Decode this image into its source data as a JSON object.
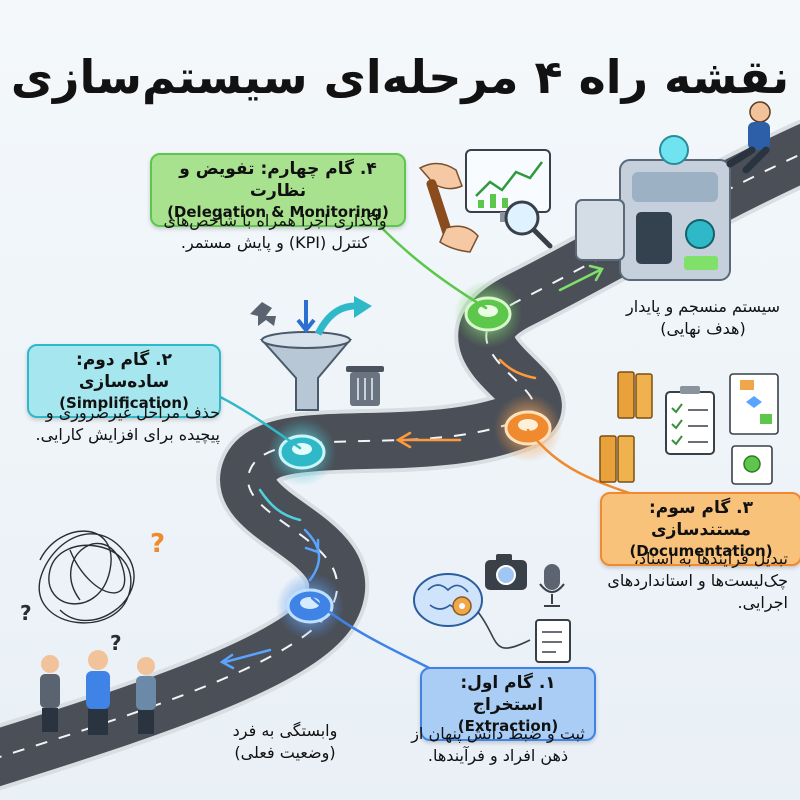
{
  "title": "نقشه راه ۴ مرحله‌ای سیستم‌سازی",
  "colors": {
    "road": "#4b5058",
    "road_edge": "#d9dee3",
    "step1": "#3f83e6",
    "step2": "#2fb9c8",
    "step3": "#f08a2e",
    "step4": "#5cc74a",
    "step1_box": "#a9cdf5",
    "step2_box": "#a6e6ee",
    "step3_box": "#f9c27a",
    "step4_box": "#a9e28e"
  },
  "steps": [
    {
      "id": "step1",
      "title": "۱. گام اول: استخراج",
      "english": "(Extraction)",
      "lines": [
        "ثبت و ضبط دانش پنهان از",
        "ذهن افراد و فرآیندها."
      ],
      "icons": [
        "brain-gear-icon",
        "camera-icon",
        "microphone-icon",
        "notes-icon"
      ]
    },
    {
      "id": "step2",
      "title": "۲. گام دوم: ساده‌سازی",
      "english": "(Simplification)",
      "lines": [
        "حذف مراحل غیرضروری و",
        "پیچیده برای افزایش کارایی."
      ],
      "icons": [
        "funnel-icon",
        "trash-icon",
        "arrow-icon"
      ]
    },
    {
      "id": "step3",
      "title": "۳. گام سوم: مستندسازی",
      "english": "(Documentation)",
      "lines": [
        "تبدیل فرآیندها به اسناد،",
        "چک‌لیست‌ها و استانداردهای",
        "اجرایی."
      ],
      "icons": [
        "binders-icon",
        "checklist-icon",
        "flowchart-icon",
        "certificate-icon"
      ]
    },
    {
      "id": "step4",
      "title": "۴. گام چهارم: تفویض و نظارت",
      "english": "(Delegation & Monitoring)",
      "lines": [
        "واگذاری اجرا همراه با شاخص‌های",
        "کنترل (KPI) و پایش مستمر."
      ],
      "icons": [
        "baton-handoff-icon",
        "dashboard-chart-icon",
        "magnifier-icon"
      ]
    }
  ],
  "start": {
    "lines": [
      "وابستگی به فرد",
      "(وضعیت فعلی)"
    ],
    "icons": [
      "tangled-chaos-icon",
      "confused-people-icon"
    ]
  },
  "goal": {
    "lines": [
      "سیستم منسجم و پایدار",
      "(هدف نهایی)"
    ],
    "icons": [
      "machine-system-icon",
      "relaxed-person-icon"
    ]
  }
}
